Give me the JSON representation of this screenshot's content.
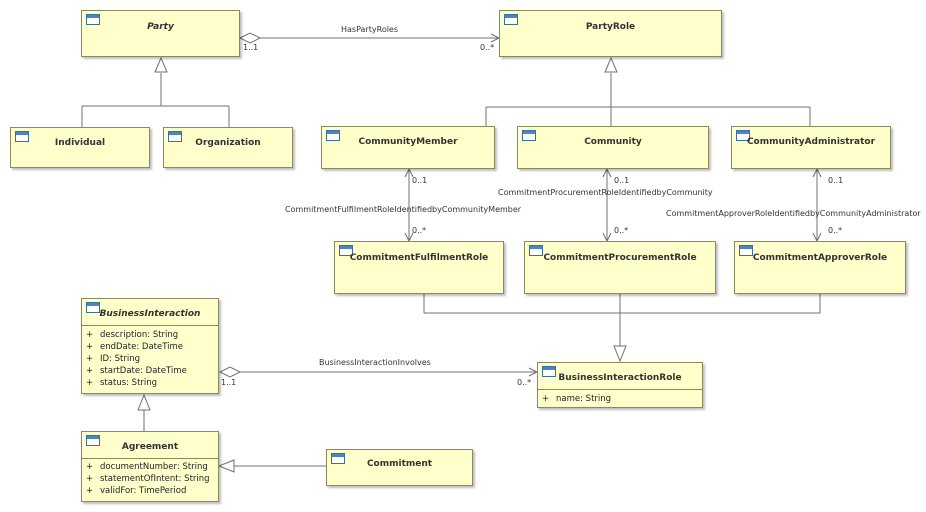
{
  "classes": {
    "party": {
      "name": "Party"
    },
    "party_role": {
      "name": "PartyRole"
    },
    "individual": {
      "name": "Individual"
    },
    "organization": {
      "name": "Organization"
    },
    "community_member": {
      "name": "CommunityMember"
    },
    "community": {
      "name": "Community"
    },
    "community_administrator": {
      "name": "CommunityAdministrator"
    },
    "commitment_fulfilment_role": {
      "name": "CommitmentFulfilmentRole"
    },
    "commitment_procurement_role": {
      "name": "CommitmentProcurementRole"
    },
    "commitment_approver_role": {
      "name": "CommitmentApproverRole"
    },
    "business_interaction": {
      "name": "BusinessInteraction",
      "attributes": [
        {
          "vis": "+",
          "text": "description: String"
        },
        {
          "vis": "+",
          "text": "endDate: DateTime"
        },
        {
          "vis": "+",
          "text": "ID: String"
        },
        {
          "vis": "+",
          "text": "startDate: DateTime"
        },
        {
          "vis": "+",
          "text": "status: String"
        }
      ]
    },
    "business_interaction_role": {
      "name": "BusinessInteractionRole",
      "attributes": [
        {
          "vis": "+",
          "text": "name: String"
        }
      ]
    },
    "agreement": {
      "name": "Agreement",
      "attributes": [
        {
          "vis": "+",
          "text": "documentNumber: String"
        },
        {
          "vis": "+",
          "text": "statementOfIntent: String"
        },
        {
          "vis": "+",
          "text": "validFor: TimePeriod"
        }
      ]
    },
    "commitment": {
      "name": "Commitment"
    }
  },
  "associations": {
    "has_party_roles": {
      "name": "HasPartyRoles",
      "source_mult": "1..1",
      "target_mult": "0..*"
    },
    "fulfilment": {
      "name": "CommitmentFulfilmentRoleIdentifiedbyCommunityMember",
      "source_mult": "0..1",
      "target_mult": "0..*"
    },
    "procurement": {
      "name": "CommitmentProcurementRoleIdentifiedbyCommunity",
      "source_mult": "0..1",
      "target_mult": "0..*"
    },
    "approver": {
      "name": "CommitmentApproverRoleIdentifiedbyCommunityAdministrator",
      "source_mult": "0..1",
      "target_mult": "0..*"
    },
    "business_interaction_involves": {
      "name": "BusinessInteractionInvolves",
      "source_mult": "1..1",
      "target_mult": "0..*"
    }
  },
  "colors": {
    "class_fill": "#ffffcc",
    "class_border": "#8a8a5c",
    "line": "#707070"
  },
  "icons": {
    "class_header": "class-icon"
  }
}
